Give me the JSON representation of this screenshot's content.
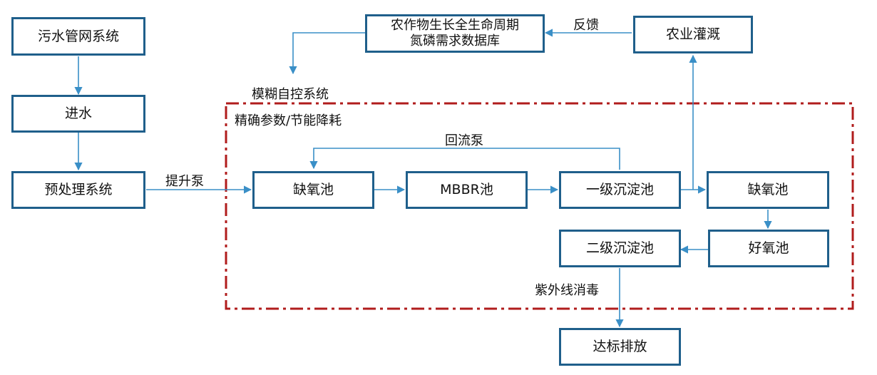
{
  "nodes": {
    "sewer": "污水管网系统",
    "inflow": "进水",
    "pretreat": "预处理系统",
    "anoxic1": "缺氧池",
    "mbbr": "MBBR池",
    "primary_clarifier": "一级沉淀池",
    "anoxic2": "缺氧池",
    "aerobic": "好氧池",
    "secondary_clarifier": "二级沉淀池",
    "discharge": "达标排放",
    "irrigation": "农业灌溉",
    "database_line1": "农作物生长全生命周期",
    "database_line2": "氮磷需求数据库"
  },
  "labels": {
    "lift_pump": "提升泵",
    "return_pump": "回流泵",
    "feedback": "反馈",
    "fuzzy_control": "模糊自控系统",
    "precise_params": "精确参数/节能降耗",
    "uv_disinfection": "紫外线消毒"
  },
  "colors": {
    "box_border": "#1f5f8b",
    "arrow": "#3a8fc7",
    "dashed_region": "#b01c1c"
  }
}
